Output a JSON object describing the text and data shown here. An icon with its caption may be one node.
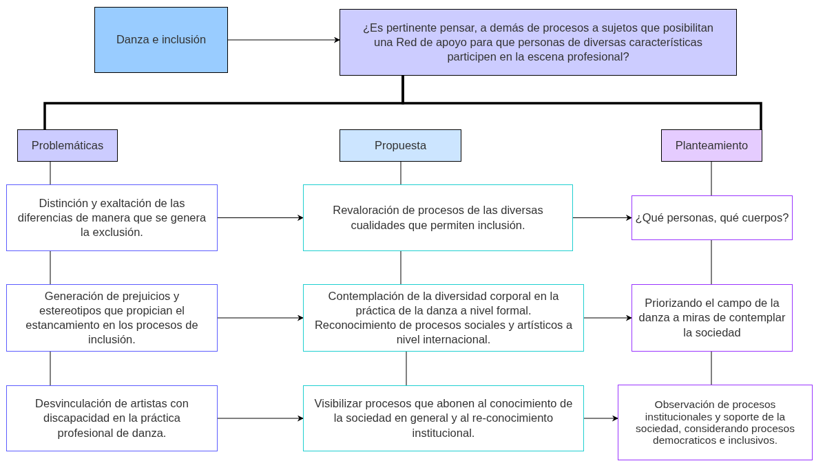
{
  "diagram": {
    "nodes": [
      {
        "text": [
          "Danza e inclusión"
        ]
      },
      {
        "text": [
          "¿Es pertinente pensar, a demás de procesos a sujetos que posibilitan una Red de apoyo para que personas de diversas características participen en la escena profesional?"
        ]
      },
      {
        "text": [
          "Problemáticas"
        ]
      },
      {
        "text": [
          "Propuesta"
        ]
      },
      {
        "text": [
          "Planteamiento"
        ]
      },
      {
        "text": [
          "Distinción y exaltación de las diferencias de manera que se genera la exclusión."
        ]
      },
      {
        "text": [
          "Revaloración de procesos de las diversas cualidades que permiten inclusión."
        ]
      },
      {
        "text": [
          "¿Qué personas, qué cuerpos?"
        ]
      },
      {
        "text": [
          "Generación de prejuicios y estereotipos que propician el estancamiento en los procesos de inclusión."
        ]
      },
      {
        "text": [
          "Contemplación de la diversidad corporal en la práctica de la danza a nivel formal.",
          "Reconocimiento de procesos sociales y artísticos a nivel internacional."
        ]
      },
      {
        "text": [
          "Priorizando el campo de la danza a miras de contemplar la sociedad"
        ]
      },
      {
        "text": [
          "Desvinculación de artistas con discapacidad en la práctica profesional de danza."
        ]
      },
      {
        "text": [
          "Visibilizar procesos que abonen al conocimiento de la sociedad en general y al re-conocimiento institucional."
        ]
      },
      {
        "text": [
          "Observación de procesos institucionales y soporte de la sociedad, considerando procesos democraticos e inclusivos."
        ]
      }
    ],
    "edges": [
      {
        "from": 0,
        "to": 1,
        "arrow": "to"
      },
      {
        "from": 1,
        "to": 2,
        "arrow": "none",
        "style": "thick"
      },
      {
        "from": 1,
        "to": 4,
        "arrow": "none",
        "style": "thick"
      },
      {
        "from": 2,
        "to": 5,
        "arrow": "none"
      },
      {
        "from": 5,
        "to": 8,
        "arrow": "none"
      },
      {
        "from": 8,
        "to": 11,
        "arrow": "none"
      },
      {
        "from": 3,
        "to": 6,
        "arrow": "none"
      },
      {
        "from": 6,
        "to": 9,
        "arrow": "none"
      },
      {
        "from": 9,
        "to": 12,
        "arrow": "none"
      },
      {
        "from": 4,
        "to": 7,
        "arrow": "none"
      },
      {
        "from": 7,
        "to": 10,
        "arrow": "none"
      },
      {
        "from": 10,
        "to": 13,
        "arrow": "none"
      },
      {
        "from": 5,
        "to": 6,
        "arrow": "to"
      },
      {
        "from": 6,
        "to": 7,
        "arrow": "to"
      },
      {
        "from": 8,
        "to": 9,
        "arrow": "to"
      },
      {
        "from": 9,
        "to": 10,
        "arrow": "to"
      },
      {
        "from": 11,
        "to": 12,
        "arrow": "to"
      },
      {
        "from": 12,
        "to": 13,
        "arrow": "to"
      }
    ]
  }
}
